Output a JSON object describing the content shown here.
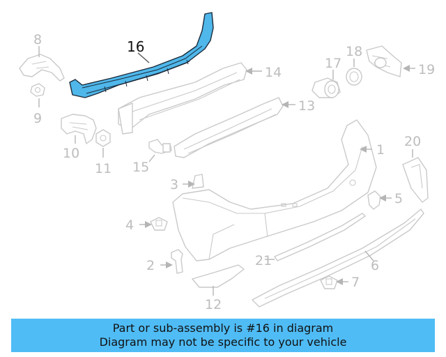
{
  "callouts": {
    "c1": "1",
    "c2": "2",
    "c3": "3",
    "c4": "4",
    "c5": "5",
    "c6": "6",
    "c7": "7",
    "c8": "8",
    "c9": "9",
    "c10": "10",
    "c11": "11",
    "c12": "12",
    "c13": "13",
    "c14": "14",
    "c15": "15",
    "c16": "16",
    "c17": "17",
    "c18": "18",
    "c19": "19",
    "c20": "20",
    "c21": "21"
  },
  "highlighted_part": "16",
  "colors": {
    "highlight": "#4fb7ea",
    "banner": "#4fbcf6",
    "line": "#c9c9c9",
    "label": "#bdbdbd"
  },
  "banner": {
    "line1": "Part or sub-assembly is #16 in diagram",
    "line2": "Diagram may not be specific to your vehicle"
  }
}
